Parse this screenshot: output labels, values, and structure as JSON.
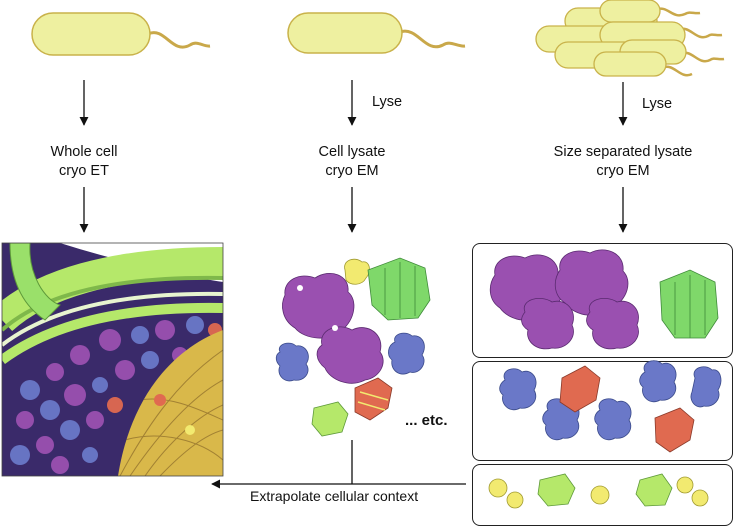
{
  "columns": [
    {
      "title_line1": "Whole cell",
      "title_line2": "cryo ET",
      "step_label": ""
    },
    {
      "title_line1": "Cell lysate",
      "title_line2": "cryo EM",
      "step_label": "Lyse"
    },
    {
      "title_line1": "Size separated lysate",
      "title_line2": "cryo EM",
      "step_label": "Lyse"
    }
  ],
  "etc_label": "... etc.",
  "bottom_label": "Extrapolate cellular context",
  "colors": {
    "cell_fill": "#eef0a0",
    "cell_stroke": "#c9b24a",
    "flagellum": "#c9a84a",
    "ribosome_purple": "#9a50b0",
    "protein_blue": "#6a78c8",
    "protein_green": "#7fd86a",
    "protein_red": "#e06a50",
    "protein_yellow": "#f2ea70",
    "membrane_green": "#b5e86a",
    "cytoplasm_dark": "#3a2a6a",
    "filament_tan": "#d9b84a"
  }
}
